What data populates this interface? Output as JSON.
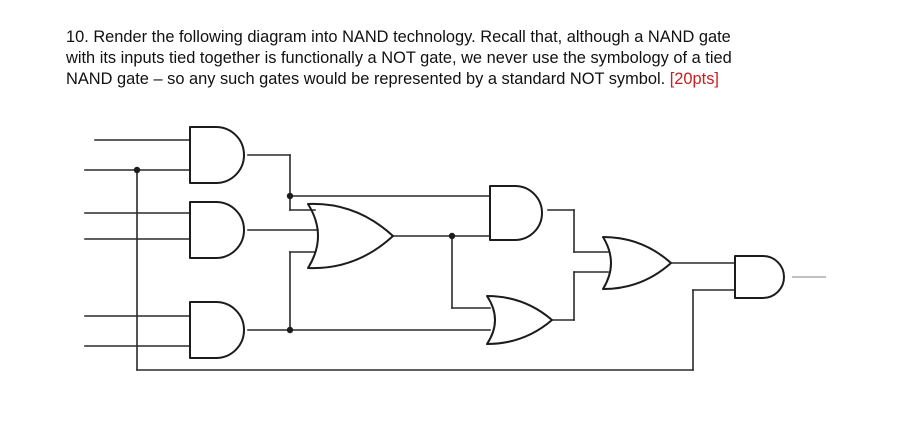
{
  "question": {
    "line1": "10.  Render the following diagram into NAND technology.  Recall that, although a NAND gate",
    "line2": "with its inputs tied together is functionally a NOT gate, we never use the symbology of a tied",
    "line3_main": "NAND gate – so any such gates would be represented by a standard NOT symbol.",
    "points": "[20pts]",
    "points_color": "#c81e1e"
  },
  "diagram": {
    "gates": [
      {
        "id": "G1",
        "type": "AND"
      },
      {
        "id": "G2",
        "type": "AND"
      },
      {
        "id": "G3",
        "type": "AND"
      },
      {
        "id": "G4",
        "type": "OR"
      },
      {
        "id": "G5",
        "type": "AND"
      },
      {
        "id": "G6",
        "type": "OR"
      },
      {
        "id": "G7",
        "type": "OR"
      },
      {
        "id": "G8",
        "type": "AND"
      }
    ]
  }
}
